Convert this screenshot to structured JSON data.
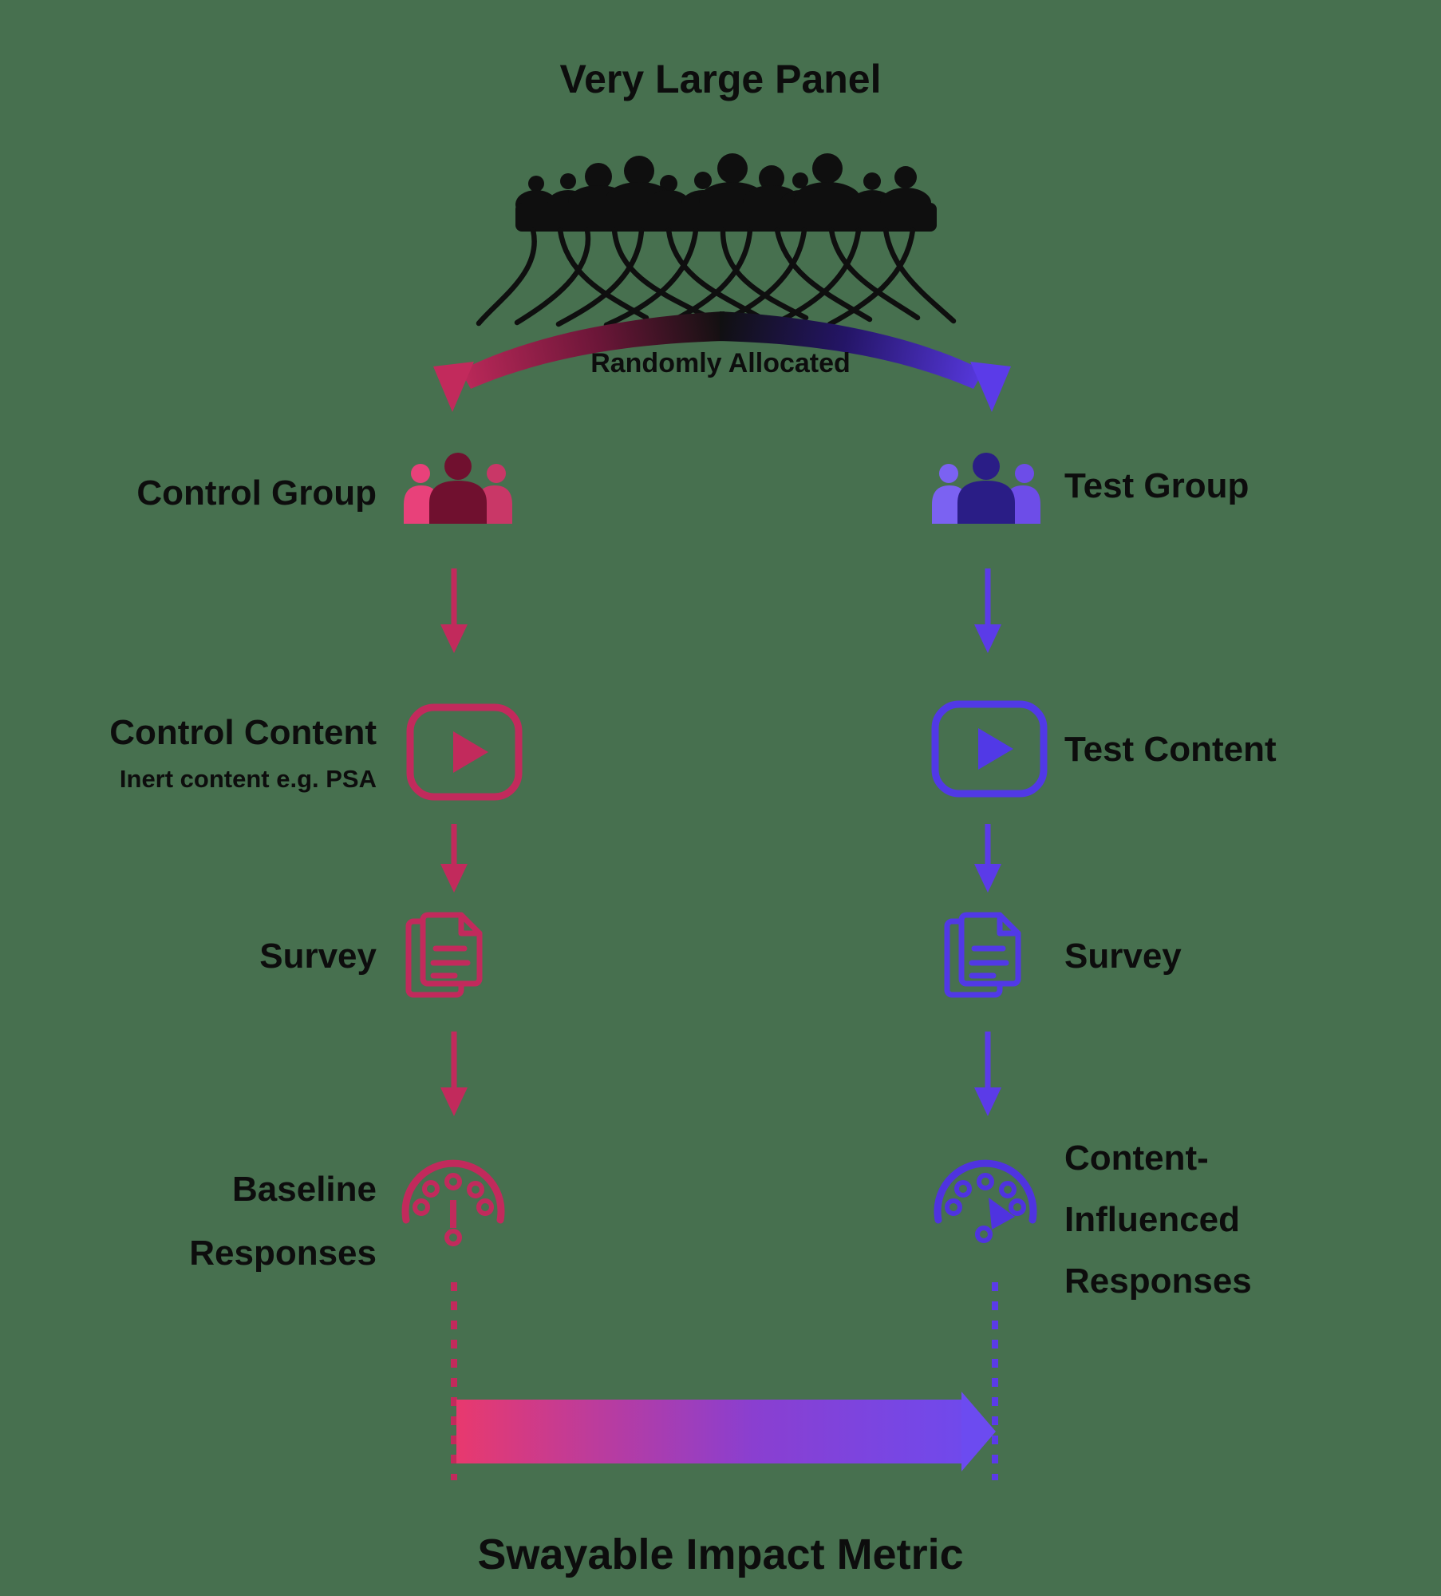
{
  "title": "Very Large Panel",
  "allocation_label": "Randomly Allocated",
  "impact_label": "Swayable Impact Metric",
  "left": {
    "group_label": "Control Group",
    "content_label": "Control Content",
    "content_sub": "Inert content e.g. PSA",
    "survey_label": "Survey",
    "responses_line1": "Baseline",
    "responses_line2": "Responses"
  },
  "right": {
    "group_label": "Test Group",
    "content_label": "Test Content",
    "survey_label": "Survey",
    "responses_line1": "Content-",
    "responses_line2": "Influenced",
    "responses_line3": "Responses"
  },
  "icons": [
    "crowd-icon",
    "people-group-icon-control",
    "people-group-icon-test",
    "play-video-icon-control",
    "play-video-icon-test",
    "survey-document-icon-control",
    "survey-document-icon-test",
    "gauge-baseline-icon",
    "gauge-influenced-icon",
    "down-arrow",
    "curved-split-arrow",
    "gradient-impact-arrow",
    "dotted-line"
  ],
  "colors": {
    "background": "#47704F",
    "ink": "#0d0d0d",
    "control_pink": "#C22A5C",
    "control_pink_bright": "#E8417A",
    "control_rose": "#C93767",
    "control_maroon": "#70102F",
    "test_purple": "#5B3BE8",
    "test_purple_light": "#7B62F2",
    "test_purple_mid": "#6D4DE8",
    "test_indigo": "#2A1D86",
    "impact_gradient_start": "#E8396E",
    "impact_gradient_end": "#6C4BF0"
  }
}
